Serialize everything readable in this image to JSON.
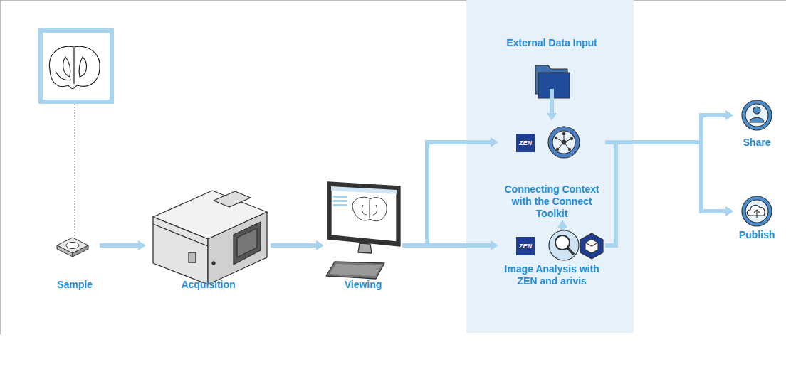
{
  "diagram": {
    "nodes": [
      {
        "text": [
          "Sample"
        ]
      },
      {
        "text": [
          "Acquisition"
        ]
      },
      {
        "text": [
          "Viewing"
        ]
      },
      {
        "text": [
          "External Data Input"
        ]
      },
      {
        "text": [
          "Connecting Context with the Connect Toolkit"
        ]
      },
      {
        "text": [
          "Image Analysis with ZEN and arivis"
        ]
      },
      {
        "text": [
          "Share"
        ]
      },
      {
        "text": [
          "Publish"
        ]
      }
    ],
    "edges": [
      {
        "from": 0,
        "to": 1,
        "arrow": "to"
      },
      {
        "from": 1,
        "to": 2,
        "arrow": "to"
      },
      {
        "from": 2,
        "to": 4,
        "arrow": "to"
      },
      {
        "from": 2,
        "to": 5,
        "arrow": "to"
      },
      {
        "from": 3,
        "to": 4,
        "arrow": "to"
      },
      {
        "from": 5,
        "to": 4,
        "arrow": "to"
      },
      {
        "from": 4,
        "to": 6,
        "arrow": "to"
      },
      {
        "from": 4,
        "to": 7,
        "arrow": "to"
      },
      {
        "from": 5,
        "to": 6,
        "arrow": "to"
      },
      {
        "from": 5,
        "to": 7,
        "arrow": "to"
      }
    ],
    "labels": [
      "ZEN",
      "ZEN"
    ]
  }
}
